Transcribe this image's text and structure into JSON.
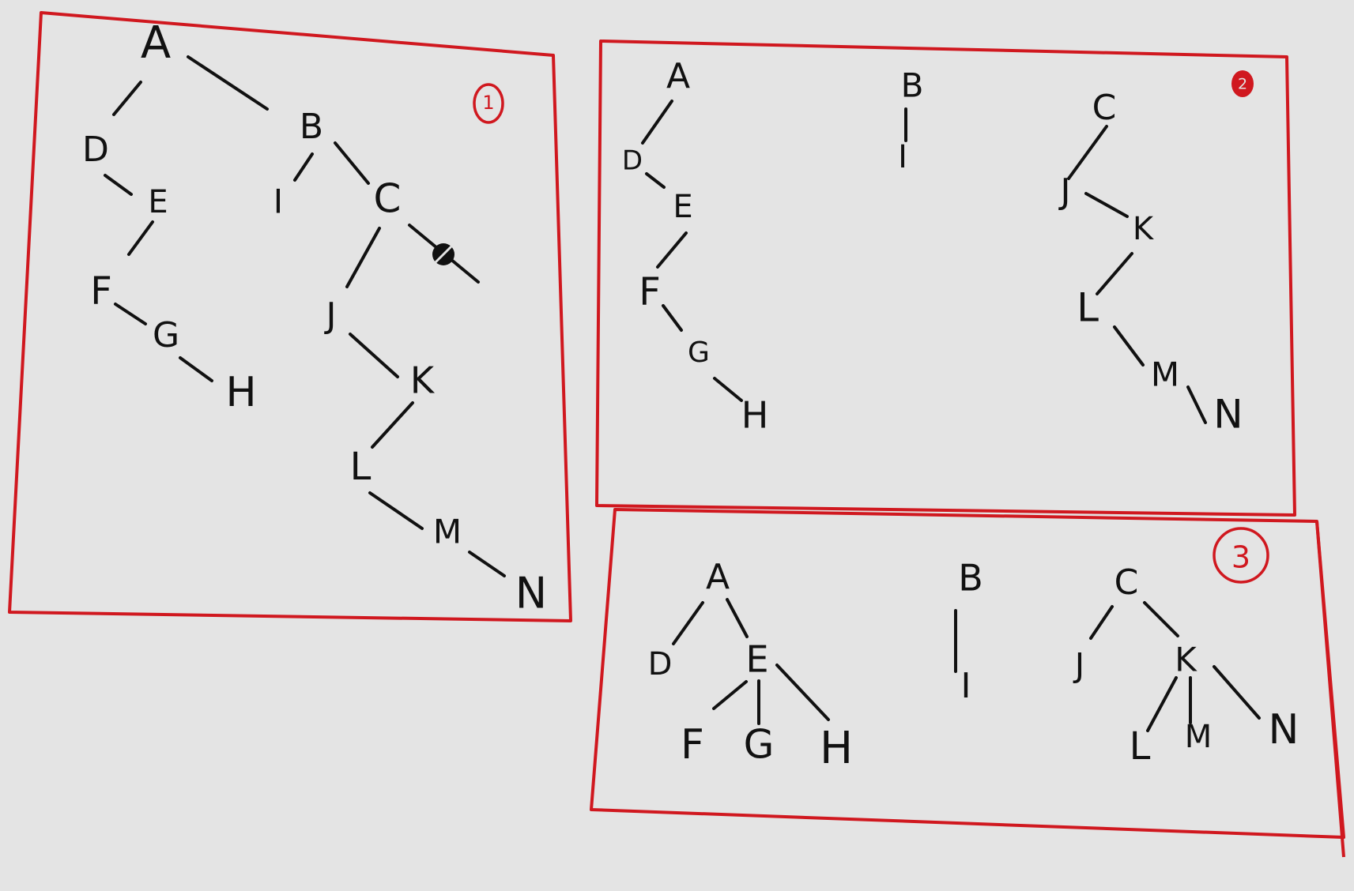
{
  "colors": {
    "frame": "#d0181f",
    "ink": "#111111",
    "background": "#e4e4e4"
  },
  "panels": [
    {
      "id": "panel-1",
      "label": "1",
      "nodes": [
        "A",
        "B",
        "C",
        "D",
        "E",
        "F",
        "G",
        "H",
        "I",
        "J",
        "K",
        "L",
        "M",
        "N"
      ],
      "edges": [
        [
          "A",
          "D"
        ],
        [
          "A",
          "B"
        ],
        [
          "D",
          "E"
        ],
        [
          "E",
          "F"
        ],
        [
          "F",
          "G"
        ],
        [
          "G",
          "H"
        ],
        [
          "B",
          "I"
        ],
        [
          "B",
          "C"
        ],
        [
          "C",
          "J"
        ],
        [
          "J",
          "K"
        ],
        [
          "K",
          "L"
        ],
        [
          "L",
          "M"
        ],
        [
          "M",
          "N"
        ]
      ],
      "crossed_edge_from": "C",
      "crossed_edge_note": "Ø"
    },
    {
      "id": "panel-2",
      "label": "2",
      "nodes": [
        "A",
        "D",
        "E",
        "F",
        "G",
        "H",
        "B",
        "I",
        "C",
        "J",
        "K",
        "L",
        "M",
        "N"
      ],
      "edges": [
        [
          "A",
          "D"
        ],
        [
          "D",
          "E"
        ],
        [
          "E",
          "F"
        ],
        [
          "F",
          "G"
        ],
        [
          "G",
          "H"
        ],
        [
          "B",
          "I"
        ],
        [
          "C",
          "J"
        ],
        [
          "J",
          "K"
        ],
        [
          "K",
          "L"
        ],
        [
          "L",
          "M"
        ],
        [
          "M",
          "N"
        ]
      ]
    },
    {
      "id": "panel-3",
      "label": "3",
      "nodes": [
        "A",
        "D",
        "E",
        "F",
        "G",
        "H",
        "B",
        "I",
        "C",
        "J",
        "K",
        "L",
        "M",
        "N"
      ],
      "edges": [
        [
          "A",
          "D"
        ],
        [
          "A",
          "E"
        ],
        [
          "E",
          "F"
        ],
        [
          "E",
          "G"
        ],
        [
          "E",
          "H"
        ],
        [
          "B",
          "I"
        ],
        [
          "C",
          "J"
        ],
        [
          "C",
          "K"
        ],
        [
          "K",
          "L"
        ],
        [
          "K",
          "M"
        ],
        [
          "K",
          "N"
        ]
      ]
    }
  ]
}
